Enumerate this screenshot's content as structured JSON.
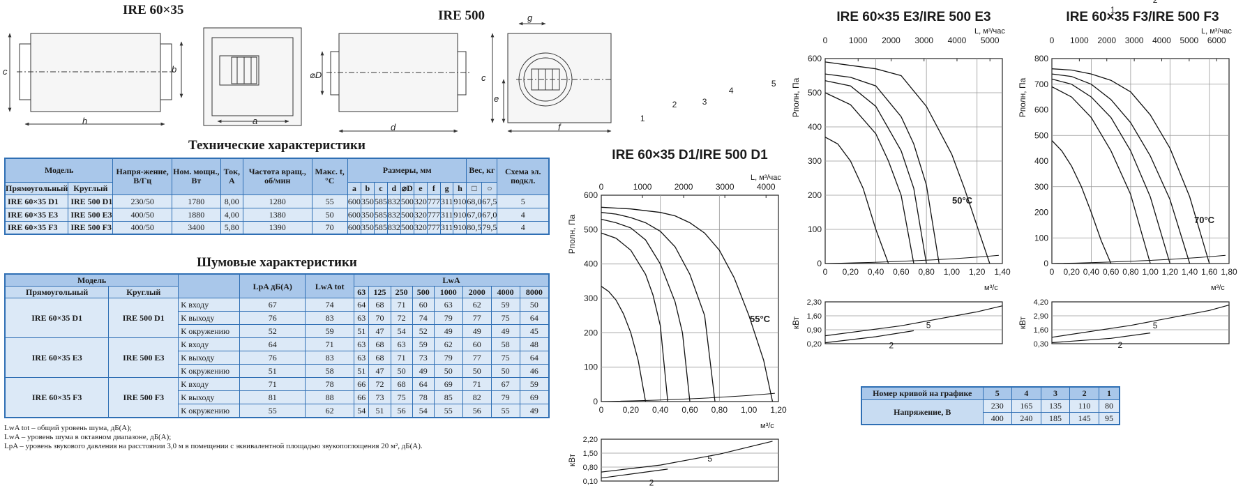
{
  "drawings": {
    "t1": "IRE 60×35",
    "t2": "IRE 500",
    "labels_left": [
      "c",
      "h",
      "b",
      "a"
    ],
    "labels_right": [
      "⌀D",
      "d",
      "g",
      "c",
      "e",
      "f"
    ]
  },
  "tech": {
    "title": "Технические характеристики",
    "model": "Модель",
    "rect": "Прямоугольный",
    "round": "Круглый",
    "voltage": "Напря-жение, В/Гц",
    "power": "Ном. мощн., Вт",
    "current": "Ток, А",
    "speed": "Частота вращ., об/мин",
    "maxt": "Макс. t, °C",
    "dims": "Размеры, мм",
    "dim_cols": [
      "a",
      "b",
      "c",
      "d",
      "⌀D",
      "e",
      "f",
      "g",
      "h"
    ],
    "weight": "Вес, кг",
    "weight_cols": [
      "□",
      "○"
    ],
    "scheme": "Схема эл. подкл.",
    "rows": [
      [
        "IRE 60×35 D1",
        "IRE 500 D1",
        "230/50",
        "1780",
        "8,00",
        "1280",
        "55",
        "600",
        "350",
        "585",
        "832",
        "500",
        "320",
        "777",
        "311",
        "910",
        "68,0",
        "67,5",
        "5"
      ],
      [
        "IRE 60×35 E3",
        "IRE 500 E3",
        "400/50",
        "1880",
        "4,00",
        "1380",
        "50",
        "600",
        "350",
        "585",
        "832",
        "500",
        "320",
        "777",
        "311",
        "910",
        "67,0",
        "67,0",
        "4"
      ],
      [
        "IRE 60×35 F3",
        "IRE 500 F3",
        "400/50",
        "3400",
        "5,80",
        "1390",
        "70",
        "600",
        "350",
        "585",
        "832",
        "500",
        "320",
        "777",
        "311",
        "910",
        "80,5",
        "79,5",
        "4"
      ]
    ]
  },
  "noise": {
    "title": "Шумовые характеристики",
    "model": "Модель",
    "rect": "Прямоугольный",
    "round": "Круглый",
    "lpa": "LpA дБ(А)",
    "lwatot": "LwA tot",
    "lwa": "LwA",
    "bands": [
      "63",
      "125",
      "250",
      "500",
      "1000",
      "2000",
      "4000",
      "8000"
    ],
    "groups": [
      {
        "rect": "IRE 60×35 D1",
        "round": "IRE 500 D1",
        "rows": [
          [
            "К входу",
            "67",
            "74",
            "64",
            "68",
            "71",
            "60",
            "63",
            "62",
            "59",
            "50"
          ],
          [
            "К выходу",
            "76",
            "83",
            "63",
            "70",
            "72",
            "74",
            "79",
            "77",
            "75",
            "64"
          ],
          [
            "К окружению",
            "52",
            "59",
            "51",
            "47",
            "54",
            "52",
            "49",
            "49",
            "49",
            "45"
          ]
        ]
      },
      {
        "rect": "IRE 60×35 E3",
        "round": "IRE 500 E3",
        "rows": [
          [
            "К входу",
            "64",
            "71",
            "63",
            "68",
            "63",
            "59",
            "62",
            "60",
            "58",
            "48"
          ],
          [
            "К выходу",
            "76",
            "83",
            "63",
            "68",
            "71",
            "73",
            "79",
            "77",
            "75",
            "64"
          ],
          [
            "К окружению",
            "51",
            "58",
            "51",
            "47",
            "50",
            "49",
            "50",
            "50",
            "50",
            "46"
          ]
        ]
      },
      {
        "rect": "IRE 60×35 F3",
        "round": "IRE 500 F3",
        "rows": [
          [
            "К входу",
            "71",
            "78",
            "66",
            "72",
            "68",
            "64",
            "69",
            "71",
            "67",
            "59"
          ],
          [
            "К выходу",
            "81",
            "88",
            "66",
            "73",
            "75",
            "78",
            "85",
            "82",
            "79",
            "69"
          ],
          [
            "К окружению",
            "55",
            "62",
            "54",
            "51",
            "56",
            "54",
            "55",
            "56",
            "55",
            "49"
          ]
        ]
      }
    ],
    "notes": [
      "LwA tot – общий уровень шума, дБ(А);",
      "LwA – уровень шума в октавном диапазоне, дБ(А);",
      "LpA – уровень звукового давления на расстоянии 3,0 м в помещении с эквивалентной площадью звукопоглощения 20 м², дБ(А)."
    ]
  },
  "voltage_table": {
    "head": "Номер кривой на графике",
    "curves": [
      "5",
      "4",
      "3",
      "2",
      "1"
    ],
    "label": "Напряжение, В",
    "rows": [
      [
        "230",
        "165",
        "135",
        "110",
        "80"
      ],
      [
        "400",
        "240",
        "185",
        "145",
        "95"
      ]
    ]
  },
  "chart_data": [
    {
      "type": "line",
      "title": "IRE 60×35 D1/IRE 500 D1",
      "xlabel": "м³/с",
      "ylabel": "Рполн, Па",
      "x2label": "L, м³/час",
      "xlim": [
        0,
        1.2
      ],
      "ylim": [
        0,
        600
      ],
      "xticks": [
        "0",
        "0,20",
        "0,40",
        "0,60",
        "0,80",
        "1,00",
        "1,20"
      ],
      "yticks": [
        "0",
        "100",
        "200",
        "300",
        "400",
        "500",
        "600"
      ],
      "x2ticks": [
        "0",
        "1000",
        "2000",
        "3000",
        "4000"
      ],
      "annotation": "55°C",
      "series": [
        {
          "name": "1",
          "x": [
            0,
            0.05,
            0.1,
            0.15,
            0.2,
            0.25,
            0.3
          ],
          "y": [
            335,
            320,
            295,
            255,
            200,
            120,
            0
          ]
        },
        {
          "name": "2",
          "x": [
            0,
            0.1,
            0.2,
            0.3,
            0.35,
            0.4,
            0.45
          ],
          "y": [
            490,
            475,
            440,
            370,
            310,
            220,
            0
          ]
        },
        {
          "name": "3",
          "x": [
            0,
            0.1,
            0.2,
            0.3,
            0.4,
            0.5,
            0.55,
            0.6
          ],
          "y": [
            530,
            520,
            505,
            470,
            400,
            290,
            200,
            0
          ]
        },
        {
          "name": "4",
          "x": [
            0,
            0.1,
            0.2,
            0.3,
            0.4,
            0.5,
            0.6,
            0.7,
            0.77
          ],
          "y": [
            550,
            545,
            535,
            520,
            495,
            450,
            370,
            250,
            0
          ]
        },
        {
          "name": "5",
          "x": [
            0,
            0.2,
            0.4,
            0.5,
            0.6,
            0.7,
            0.8,
            0.9,
            1.0,
            1.1,
            1.16
          ],
          "y": [
            565,
            560,
            550,
            540,
            520,
            490,
            440,
            360,
            250,
            120,
            0
          ]
        }
      ],
      "power_panel": {
        "ylabel": "кВт",
        "yticks": [
          "0,10",
          "0,80",
          "1,50",
          "2,20"
        ],
        "series": [
          {
            "name": "2",
            "x": [
              0,
              0.2,
              0.45
            ],
            "y": [
              0.25,
              0.45,
              0.7
            ]
          },
          {
            "name": "5",
            "x": [
              0,
              0.4,
              0.8,
              1.16
            ],
            "y": [
              0.55,
              0.9,
              1.45,
              2.1
            ]
          }
        ]
      }
    },
    {
      "type": "line",
      "title": "IRE 60×35 E3/IRE 500 E3",
      "xlabel": "м³/с",
      "ylabel": "Рполн, Па",
      "x2label": "L, м³/час",
      "xlim": [
        0,
        1.4
      ],
      "ylim": [
        0,
        600
      ],
      "xticks": [
        "0",
        "0,20",
        "0,40",
        "0,60",
        "0,80",
        "1,00",
        "1,20",
        "1,40"
      ],
      "yticks": [
        "0",
        "100",
        "200",
        "300",
        "400",
        "500",
        "600"
      ],
      "x2ticks": [
        "0",
        "1000",
        "2000",
        "3000",
        "4000",
        "5000"
      ],
      "annotation": "50°C",
      "series": [
        {
          "name": "1",
          "x": [
            0,
            0.1,
            0.2,
            0.3,
            0.4,
            0.5
          ],
          "y": [
            370,
            350,
            300,
            220,
            100,
            0
          ]
        },
        {
          "name": "2",
          "x": [
            0,
            0.2,
            0.4,
            0.5,
            0.6,
            0.7
          ],
          "y": [
            500,
            465,
            380,
            300,
            200,
            0
          ]
        },
        {
          "name": "3",
          "x": [
            0,
            0.2,
            0.4,
            0.6,
            0.7,
            0.8
          ],
          "y": [
            535,
            520,
            460,
            330,
            220,
            0
          ]
        },
        {
          "name": "4",
          "x": [
            0,
            0.2,
            0.4,
            0.6,
            0.7,
            0.8,
            0.9
          ],
          "y": [
            555,
            545,
            520,
            430,
            350,
            230,
            0
          ]
        },
        {
          "name": "5",
          "x": [
            0,
            0.2,
            0.4,
            0.6,
            0.8,
            1.0,
            1.1,
            1.2,
            1.3
          ],
          "y": [
            590,
            580,
            570,
            550,
            460,
            320,
            220,
            110,
            0
          ]
        }
      ],
      "power_panel": {
        "ylabel": "кВт",
        "yticks": [
          "0,20",
          "0,90",
          "1,60",
          "2,30"
        ],
        "series": [
          {
            "name": "2",
            "x": [
              0,
              0.4,
              0.7
            ],
            "y": [
              0.25,
              0.55,
              0.85
            ]
          },
          {
            "name": "5",
            "x": [
              0,
              0.6,
              1.2,
              1.4
            ],
            "y": [
              0.6,
              1.1,
              1.8,
              2.1
            ]
          }
        ]
      }
    },
    {
      "type": "line",
      "title": "IRE 60×35 F3/IRE 500 F3",
      "xlabel": "м³/с",
      "ylabel": "Рполн, Па",
      "x2label": "L, м³/час",
      "xlim": [
        0,
        1.8
      ],
      "ylim": [
        0,
        800
      ],
      "xticks": [
        "0",
        "0,20",
        "0,40",
        "0,60",
        "0,80",
        "1,00",
        "1,20",
        "1,40",
        "1,60",
        "1,80"
      ],
      "yticks": [
        "0",
        "100",
        "200",
        "300",
        "400",
        "500",
        "600",
        "700",
        "800"
      ],
      "x2ticks": [
        "0",
        "1000",
        "2000",
        "3000",
        "4000",
        "5000",
        "6000"
      ],
      "annotation": "70°C",
      "series": [
        {
          "name": "1",
          "x": [
            0,
            0.1,
            0.2,
            0.3,
            0.4,
            0.5,
            0.6
          ],
          "y": [
            480,
            440,
            380,
            300,
            200,
            90,
            0
          ]
        },
        {
          "name": "2",
          "x": [
            0,
            0.2,
            0.4,
            0.6,
            0.8,
            1.0
          ],
          "y": [
            690,
            650,
            570,
            440,
            270,
            0
          ]
        },
        {
          "name": "3",
          "x": [
            0,
            0.2,
            0.4,
            0.6,
            0.8,
            1.0,
            1.2
          ],
          "y": [
            720,
            700,
            650,
            570,
            440,
            260,
            0
          ]
        },
        {
          "name": "4",
          "x": [
            0,
            0.2,
            0.4,
            0.6,
            0.8,
            1.0,
            1.2,
            1.4
          ],
          "y": [
            740,
            730,
            700,
            640,
            550,
            420,
            250,
            0
          ]
        },
        {
          "name": "5",
          "x": [
            0,
            0.2,
            0.4,
            0.6,
            0.8,
            1.0,
            1.2,
            1.4,
            1.6
          ],
          "y": [
            760,
            755,
            740,
            715,
            670,
            580,
            450,
            260,
            0
          ]
        }
      ],
      "power_panel": {
        "ylabel": "кВт",
        "yticks": [
          "0,30",
          "1,60",
          "2,90",
          "4,20"
        ],
        "series": [
          {
            "name": "2",
            "x": [
              0,
              0.6,
              1.0
            ],
            "y": [
              0.4,
              0.8,
              1.3
            ]
          },
          {
            "name": "5",
            "x": [
              0,
              0.8,
              1.6,
              1.8
            ],
            "y": [
              0.9,
              2.0,
              3.4,
              3.9
            ]
          }
        ]
      }
    }
  ]
}
